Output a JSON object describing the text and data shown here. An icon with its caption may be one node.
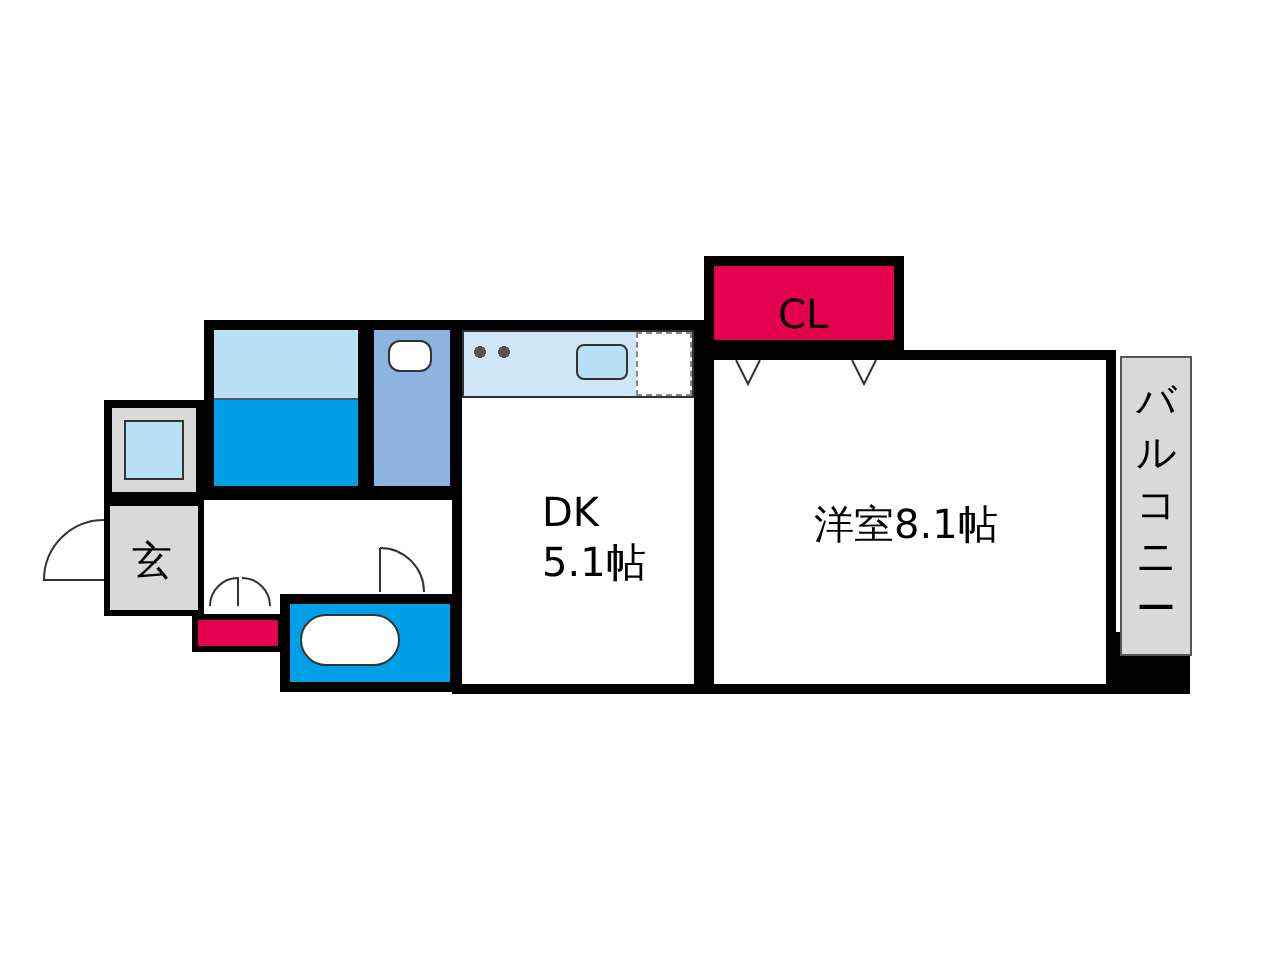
{
  "diagram": {
    "nodes": [
      {
        "text": [
          "CL"
        ]
      },
      {
        "text": [
          "バルコニー"
        ]
      },
      {
        "text": [
          "DK 5.1帖"
        ]
      },
      {
        "text": [
          "洋室8.1帖"
        ]
      },
      {
        "text": [
          "玄"
        ]
      }
    ]
  }
}
